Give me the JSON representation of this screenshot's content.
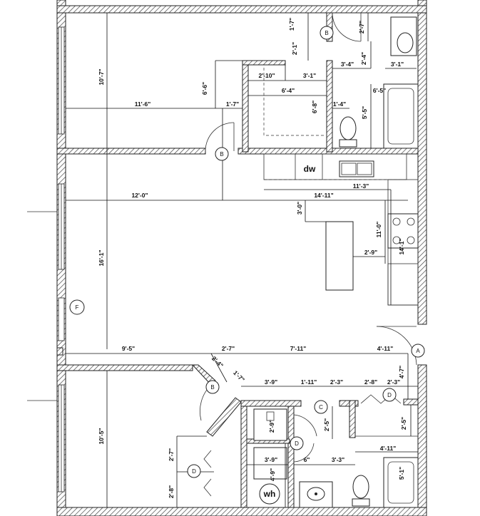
{
  "dimensions": {
    "d_1_7_top": "1'-7\"",
    "d_2_7_top": "2'-7\"",
    "d_2_1": "2'-1\"",
    "d_3_4": "3'-4\"",
    "d_2_4": "2'-4\"",
    "d_3_1_right": "3'-1\"",
    "d_10_7": "10'-7\"",
    "d_6_6": "6'-6\"",
    "d_2_10": "2'-10\"",
    "d_3_1": "3'-1\"",
    "d_6_4": "6'-4\"",
    "d_6_5": "6'-5\"",
    "d_11_6": "11'-6\"",
    "d_1_7": "1'-7\"",
    "d_6_8": "6'-8\"",
    "d_1_4": "1'-4\"",
    "d_5_5": "5'-5\"",
    "d_11_3": "11'-3\"",
    "d_14_11": "14'-11\"",
    "d_12_0": "12'-0\"",
    "d_3_0": "3'-0\"",
    "d_11_0": "11'-0\"",
    "d_14_1": "14'-1\"",
    "d_2_9": "2'-9\"",
    "d_16_1": "16'-1\"",
    "d_9_5": "9'-5\"",
    "d_2_7_mid": "2'-7\"",
    "d_7_11": "7'-11\"",
    "d_4_11": "4'-11\"",
    "d_2_4_diag": "2'-4\"",
    "d_1_7_diag": "1'-7\"",
    "d_4_7": "4'-7\"",
    "d_3_9": "3'-9\"",
    "d_1_11": "1'-11\"",
    "d_2_3": "2'-3\"",
    "d_2_8": "2'-8\"",
    "d_2_3_b": "2'-3\"",
    "d_10_5": "10'-5\"",
    "d_2_9_closet": "2'-9\"",
    "d_2_5": "2'-5\"",
    "d_2_5_b": "2'-5\"",
    "d_4_11_bath": "4'-11\"",
    "d_3_9_b": "3'-9\"",
    "d_6": "6\"",
    "d_3_3": "3'-3\"",
    "d_2_7_left": "2'-7\"",
    "d_4_9": "4'-9\"",
    "d_5_1": "5'-1\"",
    "d_2_8_left": "2'-8\""
  },
  "door_tags": {
    "b_top": "B",
    "b_mid": "B",
    "b_lower": "B",
    "c": "C",
    "d_right": "D",
    "d_center": "D",
    "d_left": "D",
    "f": "F",
    "a": "A"
  },
  "fixtures": {
    "dishwasher": "dw",
    "water_heater": "wh"
  }
}
